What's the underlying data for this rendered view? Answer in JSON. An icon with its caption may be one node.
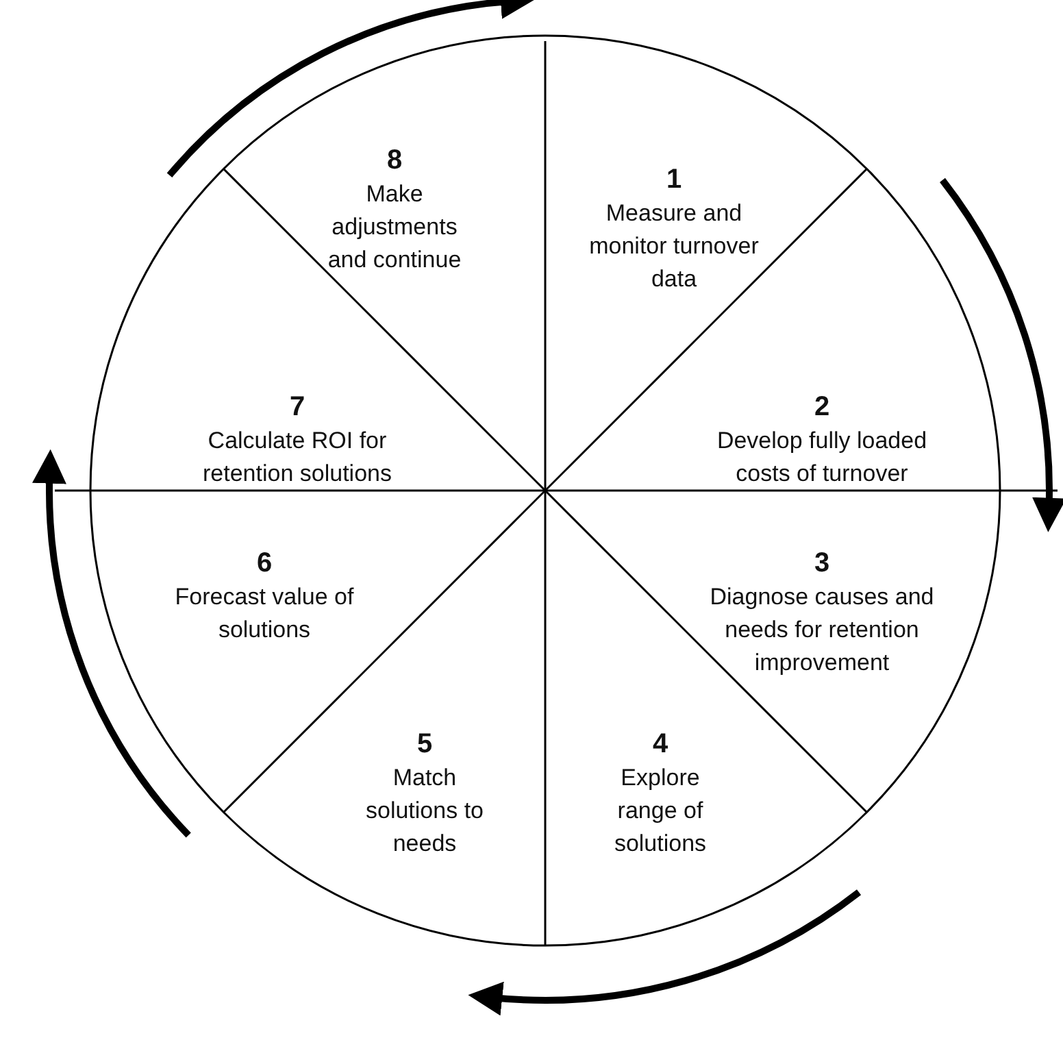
{
  "diagram": {
    "nodes": [
      {
        "text": [
          "1",
          "Measure and monitor turnover data"
        ]
      },
      {
        "text": [
          "2",
          "Develop fully loaded costs of turnover"
        ]
      },
      {
        "text": [
          "3",
          "Diagnose causes and needs for retention improvement"
        ]
      },
      {
        "text": [
          "4",
          "Explore range of solutions"
        ]
      },
      {
        "text": [
          "5",
          "Match solutions to needs"
        ]
      },
      {
        "text": [
          "6",
          "Forecast value of solutions"
        ]
      },
      {
        "text": [
          "7",
          "Calculate ROI for retention solutions"
        ]
      },
      {
        "text": [
          "8",
          "Make adjustments and continue"
        ]
      }
    ]
  }
}
